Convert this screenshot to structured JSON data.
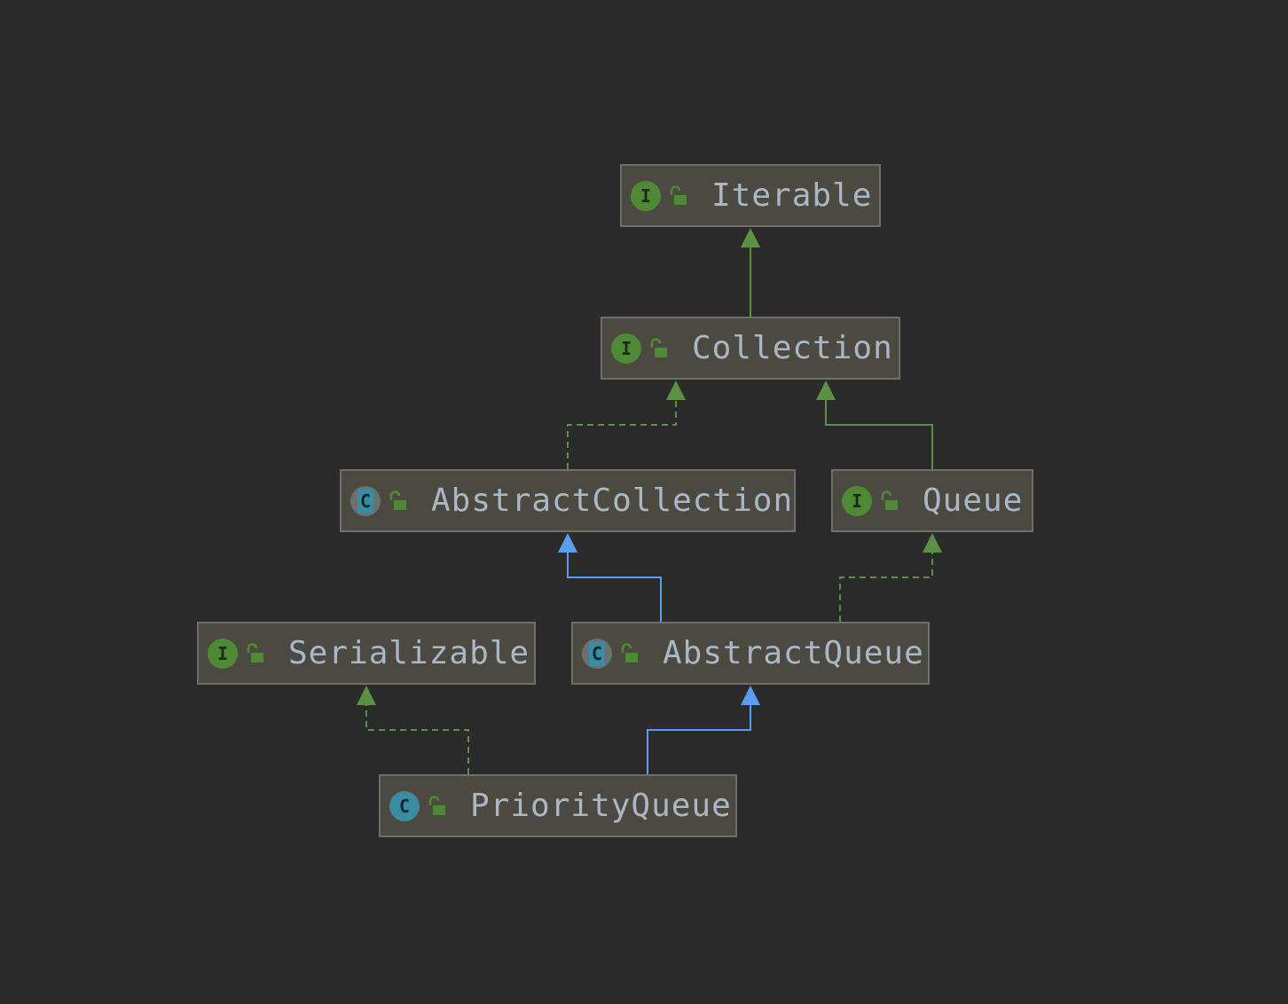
{
  "diagram": {
    "colors": {
      "background": "#2b2b2b",
      "node_fill": "#4c4a40",
      "node_border": "#6f6f69",
      "label_text": "#a9b7c6",
      "interface_icon": "#4e8a36",
      "class_icon": "#3b8ba2",
      "lock_icon": "#4e8a36",
      "extends_edge": "#5e9cf2",
      "implements_edge": "#5c9143"
    },
    "nodes": [
      {
        "id": "iterable",
        "label": "Iterable",
        "kind": "interface",
        "kind_icon": "interface-icon",
        "access_icon": "public-lock-icon"
      },
      {
        "id": "collection",
        "label": "Collection",
        "kind": "interface",
        "kind_icon": "interface-icon",
        "access_icon": "public-lock-icon"
      },
      {
        "id": "abstractcollection",
        "label": "AbstractCollection",
        "kind": "abstract-class",
        "kind_icon": "abstract-class-icon",
        "access_icon": "public-lock-icon"
      },
      {
        "id": "queue",
        "label": "Queue",
        "kind": "interface",
        "kind_icon": "interface-icon",
        "access_icon": "public-lock-icon"
      },
      {
        "id": "serializable",
        "label": "Serializable",
        "kind": "interface",
        "kind_icon": "interface-icon",
        "access_icon": "public-lock-icon"
      },
      {
        "id": "abstractqueue",
        "label": "AbstractQueue",
        "kind": "abstract-class",
        "kind_icon": "abstract-class-icon",
        "access_icon": "public-lock-icon"
      },
      {
        "id": "priorityqueue",
        "label": "PriorityQueue",
        "kind": "class",
        "kind_icon": "class-icon",
        "access_icon": "public-lock-icon"
      }
    ],
    "edges": [
      {
        "from": "collection",
        "to": "iterable",
        "relation": "extends-interface",
        "style": "solid",
        "color": "green"
      },
      {
        "from": "abstractcollection",
        "to": "collection",
        "relation": "implements",
        "style": "dashed",
        "color": "green"
      },
      {
        "from": "queue",
        "to": "collection",
        "relation": "extends-interface",
        "style": "solid",
        "color": "green"
      },
      {
        "from": "abstractqueue",
        "to": "abstractcollection",
        "relation": "extends",
        "style": "solid",
        "color": "blue"
      },
      {
        "from": "abstractqueue",
        "to": "queue",
        "relation": "implements",
        "style": "dashed",
        "color": "green"
      },
      {
        "from": "priorityqueue",
        "to": "serializable",
        "relation": "implements",
        "style": "dashed",
        "color": "green"
      },
      {
        "from": "priorityqueue",
        "to": "abstractqueue",
        "relation": "extends",
        "style": "solid",
        "color": "blue"
      }
    ]
  }
}
